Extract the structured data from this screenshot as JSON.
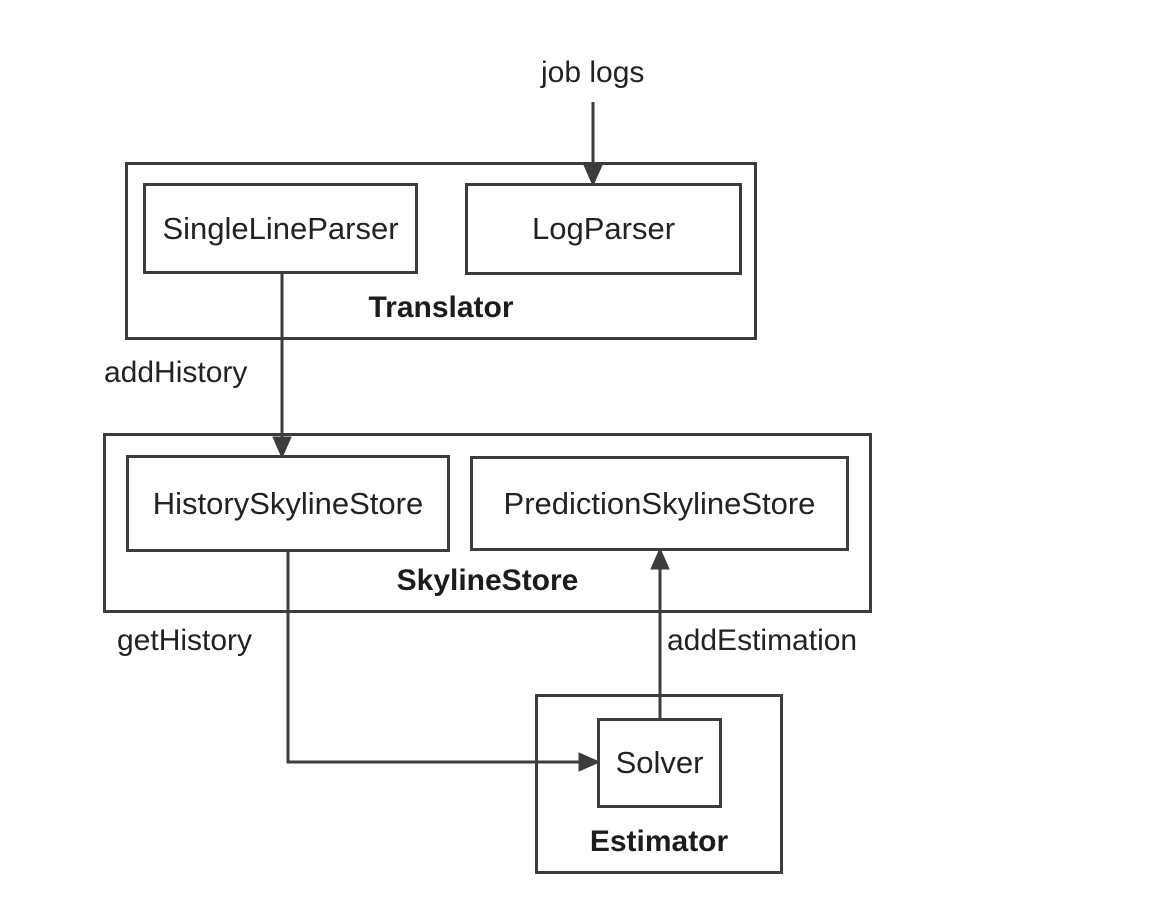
{
  "diagram_type": "component-architecture",
  "colors": {
    "background": "#ffffff",
    "stroke": "#3c3c3c",
    "text": "#222222"
  },
  "nodes": {
    "job_logs": "job logs",
    "translator": {
      "label": "Translator",
      "children": {
        "single_line_parser": "SingleLineParser",
        "log_parser": "LogParser"
      }
    },
    "skyline_store": {
      "label": "SkylineStore",
      "children": {
        "history_skyline_store": "HistorySkylineStore",
        "prediction_skyline_store": "PredictionSkylineStore"
      }
    },
    "estimator": {
      "label": "Estimator",
      "children": {
        "solver": "Solver"
      }
    }
  },
  "edges": [
    {
      "from": "job logs",
      "to": "LogParser",
      "label": ""
    },
    {
      "from": "SingleLineParser",
      "to": "HistorySkylineStore",
      "label": "addHistory"
    },
    {
      "from": "HistorySkylineStore",
      "to": "Solver",
      "label": "getHistory"
    },
    {
      "from": "Solver",
      "to": "PredictionSkylineStore",
      "label": "addEstimation"
    }
  ]
}
